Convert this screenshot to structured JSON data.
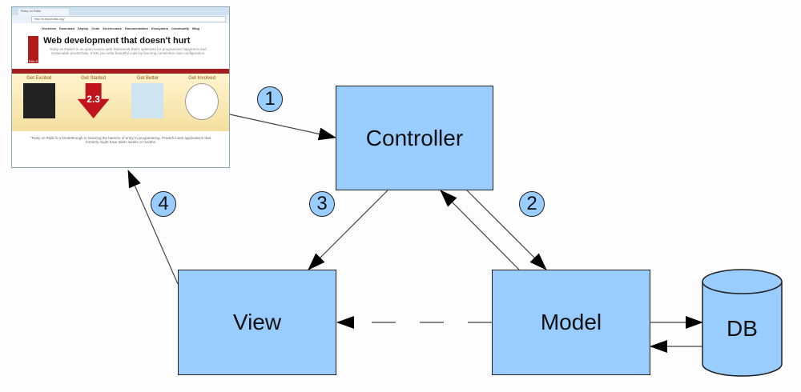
{
  "diagram": {
    "nodes": {
      "controller": "Controller",
      "view": "View",
      "model": "Model",
      "db": "DB"
    },
    "steps": [
      "1",
      "2",
      "3",
      "4"
    ],
    "colors": {
      "box_fill": "#99ccff",
      "stroke": "#222222"
    }
  },
  "browser": {
    "tab_title": "Ruby on Rails",
    "url": "http://rubyonrails.org/",
    "nav": [
      "Overview",
      "Download",
      "Deploy",
      "Code",
      "Screencasts",
      "Documentation",
      "Ecosystem",
      "Community",
      "Blog"
    ],
    "logo_text": "RAILS",
    "headline": "Web development that doesn't hurt",
    "description": "Ruby on Rails® is an open-source web framework that's optimized for programmer happiness and sustainable productivity. It lets you write beautiful code by favoring convention over configuration.",
    "features": [
      "Get Excited",
      "Get Started",
      "Get Better",
      "Get Involved"
    ],
    "version": "2.3",
    "quote": "\"Ruby on Rails is a breakthrough in lowering the barriers of entry to programming. Powerful web applications that formerly might have taken weeks or months"
  }
}
